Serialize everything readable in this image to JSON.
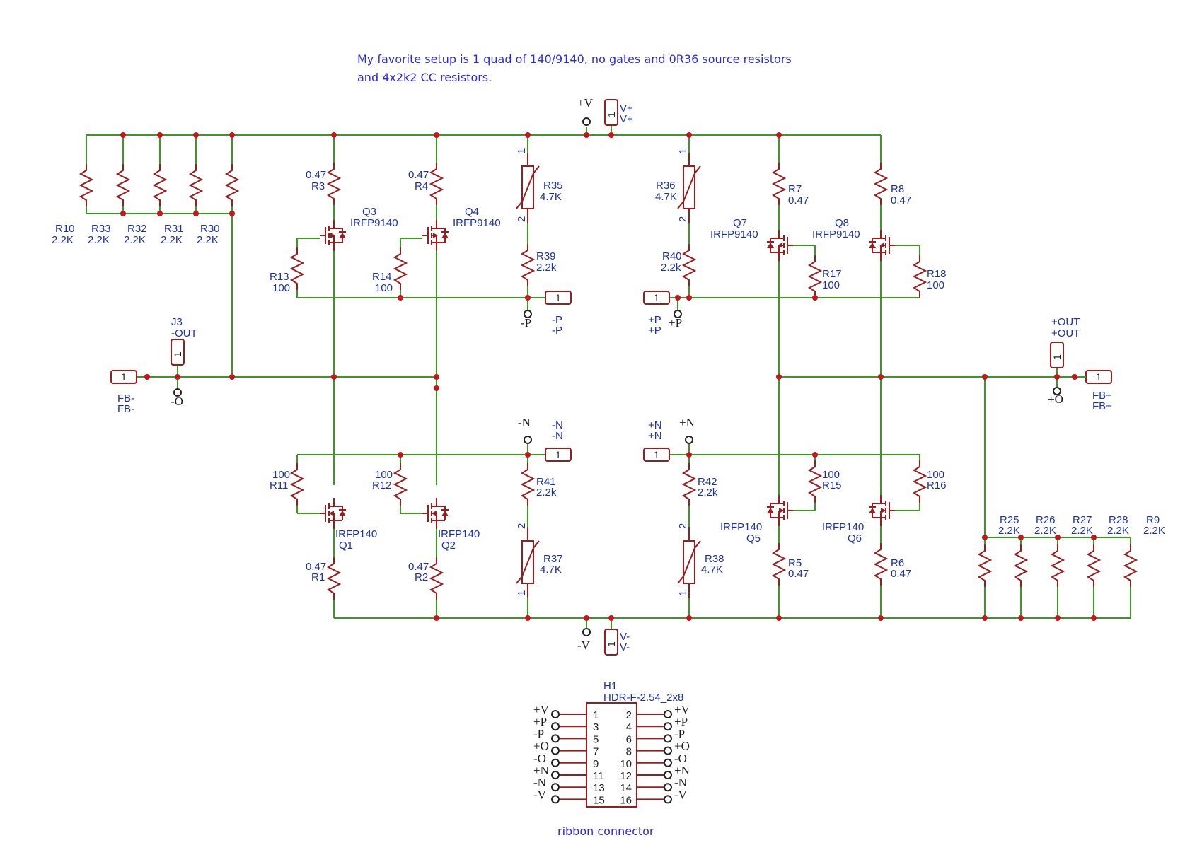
{
  "note": {
    "line1": "My favorite setup is 1 quad of 140/9140, no gates and 0R36 source resistors",
    "line2": "and 4x2k2 CC resistors."
  },
  "colors": {
    "wire": "#3a9a1e",
    "part": "#9b1c1c",
    "text": "#1e32a0",
    "junction": "#c8141e",
    "note": "#2a2ae6"
  },
  "resistors": {
    "r10": {
      "ref": "R10",
      "val": "2.2K"
    },
    "r33": {
      "ref": "R33",
      "val": "2.2K"
    },
    "r32": {
      "ref": "R32",
      "val": "2.2K"
    },
    "r31": {
      "ref": "R31",
      "val": "2.2K"
    },
    "r30": {
      "ref": "R30",
      "val": "2.2K"
    },
    "r3": {
      "ref": "R3",
      "val": "0.47"
    },
    "r4": {
      "ref": "R4",
      "val": "0.47"
    },
    "r13": {
      "ref": "R13",
      "val": "100"
    },
    "r14": {
      "ref": "R14",
      "val": "100"
    },
    "r35": {
      "ref": "R35",
      "val": "4.7K"
    },
    "r39": {
      "ref": "R39",
      "val": "2.2k"
    },
    "r36": {
      "ref": "R36",
      "val": "4.7K"
    },
    "r40": {
      "ref": "R40",
      "val": "2.2k"
    },
    "r7": {
      "ref": "R7",
      "val": "0.47"
    },
    "r8": {
      "ref": "R8",
      "val": "0.47"
    },
    "r17": {
      "ref": "R17",
      "val": "100"
    },
    "r18": {
      "ref": "R18",
      "val": "100"
    },
    "r11": {
      "ref": "R11",
      "val": "100"
    },
    "r12": {
      "ref": "R12",
      "val": "100"
    },
    "r1": {
      "ref": "R1",
      "val": "0.47"
    },
    "r2": {
      "ref": "R2",
      "val": "0.47"
    },
    "r41": {
      "ref": "R41",
      "val": "2.2k"
    },
    "r37": {
      "ref": "R37",
      "val": "4.7K"
    },
    "r42": {
      "ref": "R42",
      "val": "2.2k"
    },
    "r38": {
      "ref": "R38",
      "val": "4.7K"
    },
    "r15": {
      "ref": "R15",
      "val": "100"
    },
    "r16": {
      "ref": "R16",
      "val": "100"
    },
    "r5": {
      "ref": "R5",
      "val": "0.47"
    },
    "r6": {
      "ref": "R6",
      "val": "0.47"
    },
    "r25": {
      "ref": "R25",
      "val": "2.2K"
    },
    "r26": {
      "ref": "R26",
      "val": "2.2K"
    },
    "r27": {
      "ref": "R27",
      "val": "2.2K"
    },
    "r28": {
      "ref": "R28",
      "val": "2.2K"
    },
    "r9": {
      "ref": "R9",
      "val": "2.2K"
    }
  },
  "transistors": {
    "q3": {
      "ref": "Q3",
      "val": "IRFP9140"
    },
    "q4": {
      "ref": "Q4",
      "val": "IRFP9140"
    },
    "q7": {
      "ref": "Q7",
      "val": "IRFP9140"
    },
    "q8": {
      "ref": "Q8",
      "val": "IRFP9140"
    },
    "q1": {
      "ref": "Q1",
      "val": "IRFP140"
    },
    "q2": {
      "ref": "Q2",
      "val": "IRFP140"
    },
    "q5": {
      "ref": "Q5",
      "val": "IRFP140"
    },
    "q6": {
      "ref": "Q6",
      "val": "IRFP140"
    }
  },
  "pin_numbers": {
    "one": "1",
    "two": "2"
  },
  "pads": {
    "vplus": {
      "pin": "1",
      "name1": "V+",
      "name2": "V+"
    },
    "vminus": {
      "pin": "1",
      "name1": "V-",
      "name2": "V-"
    },
    "pminus": {
      "pin": "1",
      "name1": "-P",
      "name2": "-P"
    },
    "pplus": {
      "pin": "1",
      "name1": "+P",
      "name2": "+P"
    },
    "nminus": {
      "pin": "1",
      "name1": "-N",
      "name2": "-N"
    },
    "nplus": {
      "pin": "1",
      "name1": "+N",
      "name2": "+N"
    },
    "fbminus": {
      "pin": "1",
      "name1": "FB-",
      "name2": "FB-"
    },
    "fbplus": {
      "pin": "1",
      "name1": "FB+",
      "name2": "FB+"
    },
    "j3": {
      "pin": "1",
      "ref": "J3",
      "val": "-OUT"
    },
    "outplus": {
      "pin": "1",
      "name1": "+OUT",
      "name2": "+OUT"
    }
  },
  "supplies": {
    "vplus": "+V",
    "vminus": "-V",
    "pminus": "-P",
    "pplus": "+P",
    "nminus": "-N",
    "nplus": "+N",
    "ominus": "-O",
    "oplus": "+O"
  },
  "header": {
    "ref": "H1",
    "val": "HDR-F-2.54_2x8",
    "caption": "ribbon connector",
    "rows": [
      {
        "left_net": "+V",
        "left_pin": "1",
        "right_pin": "2",
        "right_net": "+V"
      },
      {
        "left_net": "+P",
        "left_pin": "3",
        "right_pin": "4",
        "right_net": "+P"
      },
      {
        "left_net": "-P",
        "left_pin": "5",
        "right_pin": "6",
        "right_net": "-P"
      },
      {
        "left_net": "+O",
        "left_pin": "7",
        "right_pin": "8",
        "right_net": "+O"
      },
      {
        "left_net": "-O",
        "left_pin": "9",
        "right_pin": "10",
        "right_net": "-O"
      },
      {
        "left_net": "+N",
        "left_pin": "11",
        "right_pin": "12",
        "right_net": "+N"
      },
      {
        "left_net": "-N",
        "left_pin": "13",
        "right_pin": "14",
        "right_net": "-N"
      },
      {
        "left_net": "-V",
        "left_pin": "15",
        "right_pin": "16",
        "right_net": "-V"
      }
    ]
  }
}
